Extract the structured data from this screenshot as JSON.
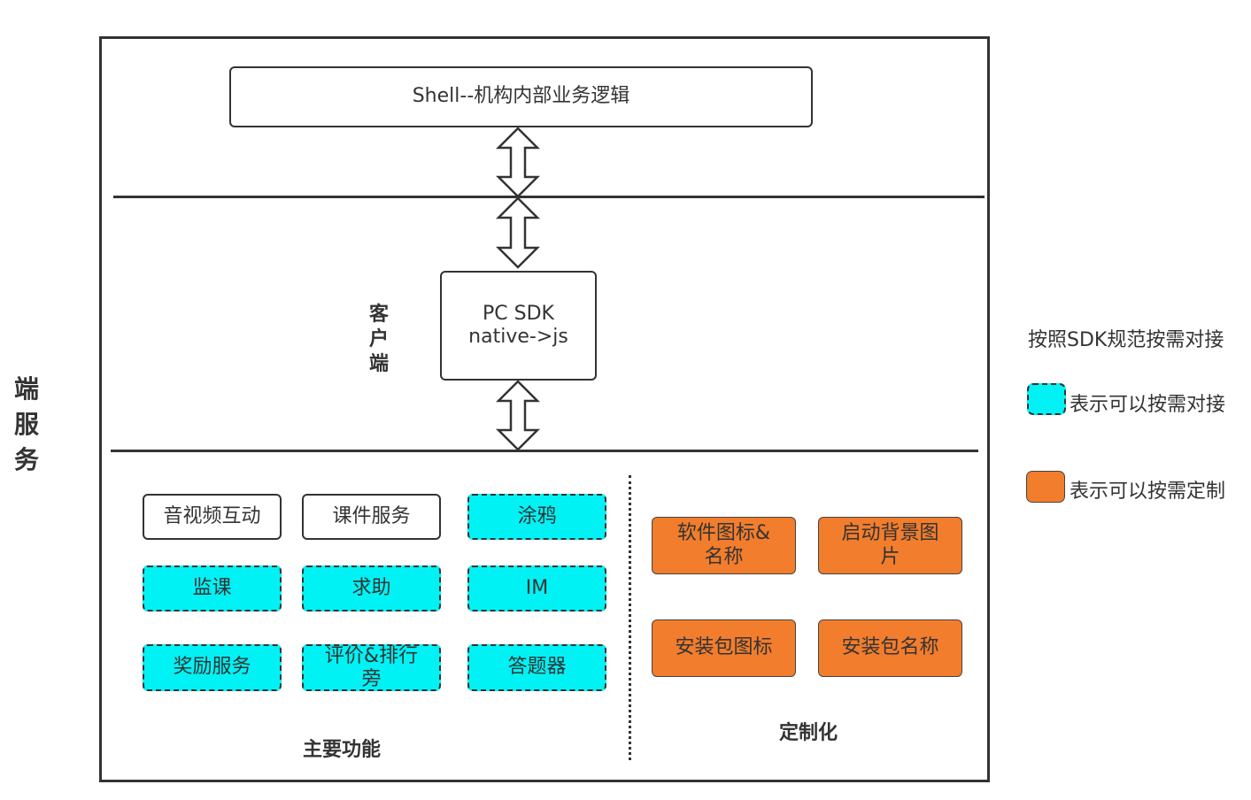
{
  "side_label": "端服务",
  "shell_box": "Shell--机构内部业务逻辑",
  "client_label": "客户端",
  "sdk_box": {
    "line1": "PC SDK",
    "line2": "native->js"
  },
  "main_features": {
    "title": "主要功能",
    "items": [
      {
        "label": "音视频互动",
        "style": "plain"
      },
      {
        "label": "课件服务",
        "style": "plain"
      },
      {
        "label": "涂鸦",
        "style": "dashed-cyan"
      },
      {
        "label": "监课",
        "style": "dashed-cyan"
      },
      {
        "label": "求助",
        "style": "dashed-cyan"
      },
      {
        "label": "IM",
        "style": "dashed-cyan"
      },
      {
        "label": "奖励服务",
        "style": "dashed-cyan"
      },
      {
        "label": "评价&排行旁",
        "style": "dashed-cyan"
      },
      {
        "label": "答题器",
        "style": "dashed-cyan"
      }
    ]
  },
  "customization": {
    "title": "定制化",
    "items": [
      {
        "label": "软件图标&名称",
        "style": "orange"
      },
      {
        "label": "启动背景图片",
        "style": "orange"
      },
      {
        "label": "安装包图标",
        "style": "orange"
      },
      {
        "label": "安装包名称",
        "style": "orange"
      }
    ]
  },
  "legend": {
    "heading": "按照SDK规范按需对接",
    "items": [
      {
        "text": "表示可以按需对接",
        "color": "#00f2f5",
        "style": "dashed"
      },
      {
        "text": "表示可以按需定制",
        "color": "#f27d2c",
        "style": "solid"
      }
    ]
  },
  "colors": {
    "cyan": "#00f2f5",
    "orange": "#f27d2c",
    "line": "#333333"
  }
}
